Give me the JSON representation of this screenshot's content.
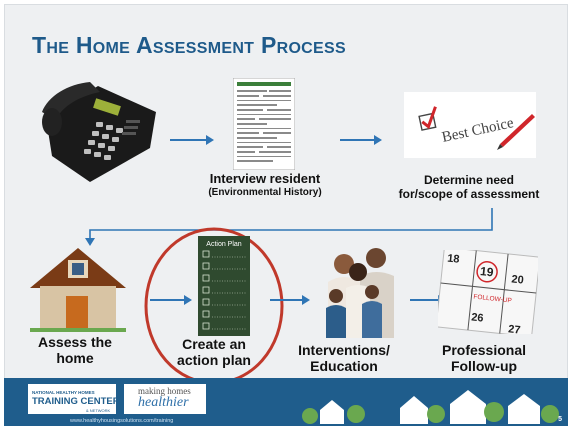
{
  "title": "The Home Assessment Process",
  "steps": {
    "interview": {
      "line1": "Interview resident",
      "line2": "(Environmental History)"
    },
    "determine": {
      "line1": "Determine need",
      "line2": "for/scope of assessment"
    },
    "assess": {
      "line1": "Assess the",
      "line2": "home"
    },
    "action_plan": {
      "line1": "Create an",
      "line2": "action plan"
    },
    "interventions": {
      "line1": "Interventions/",
      "line2": "Education"
    },
    "followup": {
      "line1": "Professional",
      "line2": "Follow-up"
    }
  },
  "images": {
    "checkbox_text": "Best Choice",
    "action_plan_heading": "Action Plan",
    "calendar_numbers": [
      "18",
      "19",
      "20",
      "26",
      "27"
    ],
    "calendar_note": "FOLLOW-UP"
  },
  "footer": {
    "logo1_small": "NATIONAL HEALTHY HOMES",
    "logo1_main": "TRAINING CENTER",
    "logo1_tag": "& NETWORK",
    "logo2_line1": "making homes",
    "logo2_line2": "healthier",
    "url": "www.healthyhousingsolutions.com/training",
    "page": "5"
  },
  "colors": {
    "title": "#1e5a8a",
    "arrow": "#2f75b5",
    "circle": "#c0392b",
    "footer": "#1f5d8c"
  }
}
